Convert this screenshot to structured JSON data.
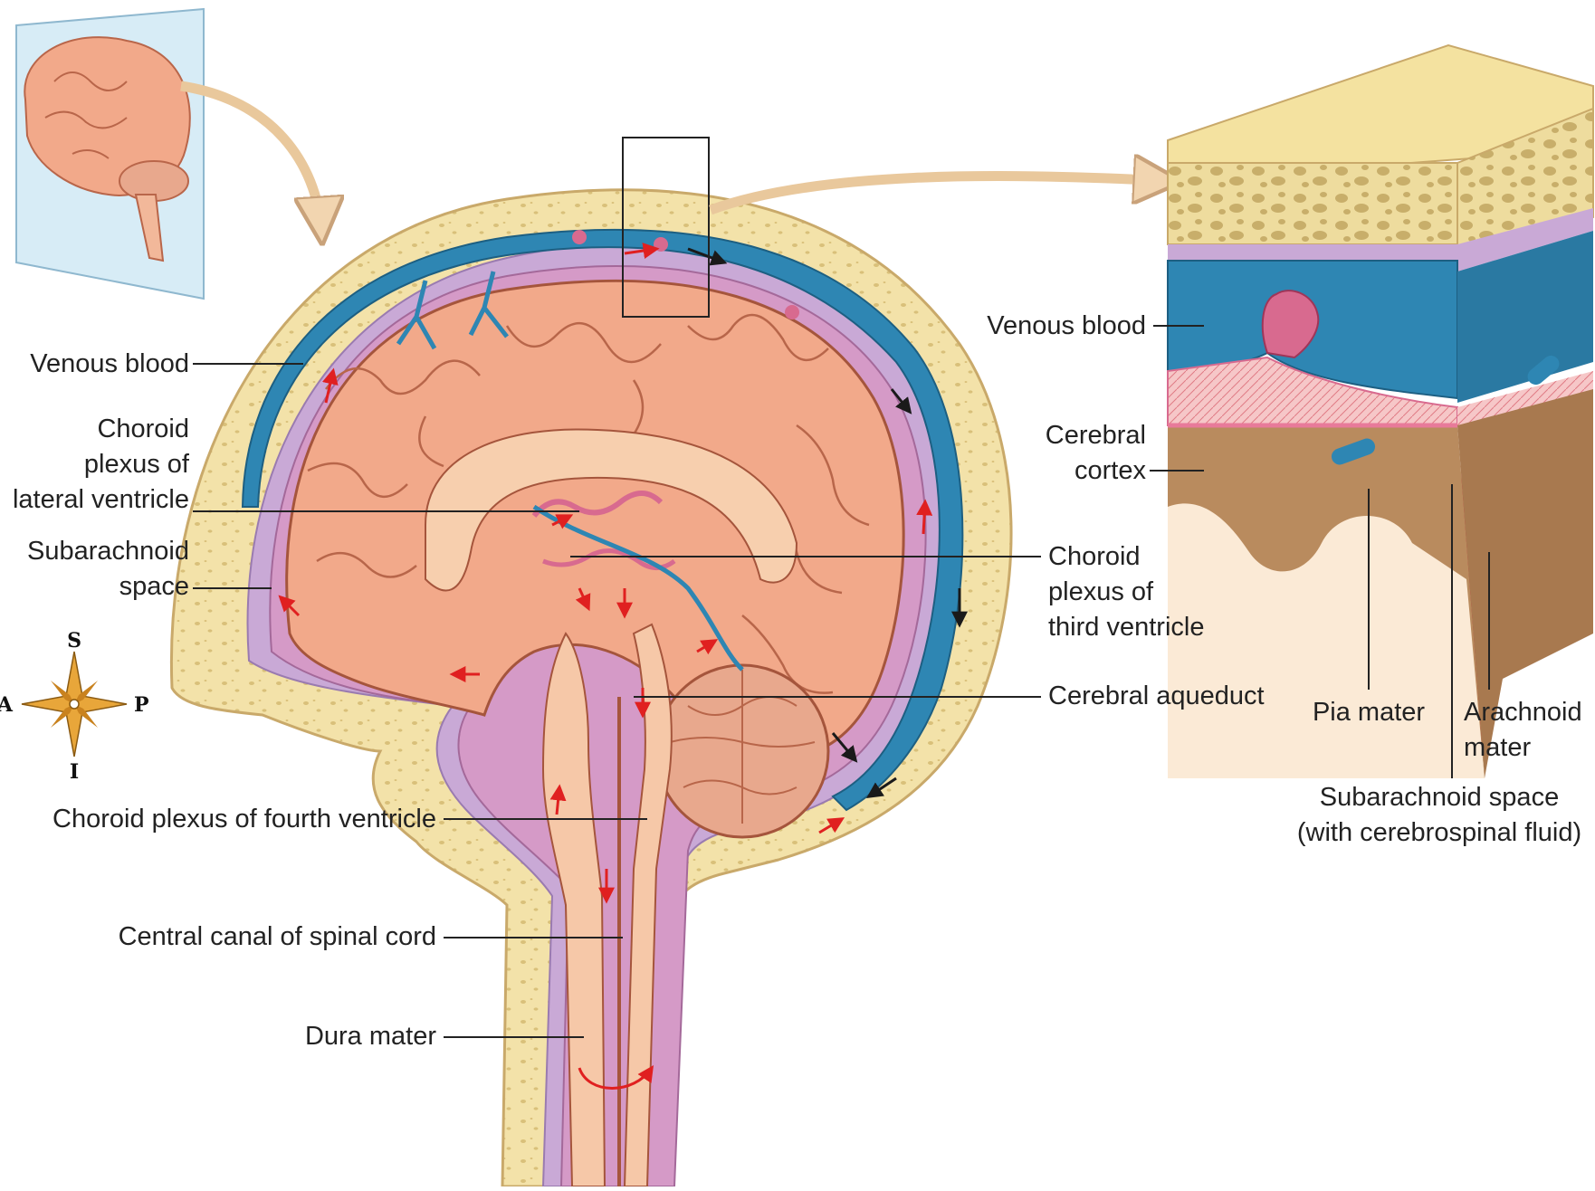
{
  "labels": {
    "venous_blood_left": "Venous blood",
    "choroid_lateral": [
      "Choroid",
      "plexus of",
      "lateral ventricle"
    ],
    "subarachnoid_left": [
      "Subarachnoid",
      "space"
    ],
    "choroid_fourth": "Choroid plexus of fourth ventricle",
    "central_canal": "Central canal of spinal cord",
    "dura_mater": "Dura mater",
    "choroid_third": [
      "Choroid",
      "plexus of",
      "third ventricle"
    ],
    "cerebral_aqueduct": "Cerebral aqueduct",
    "venous_blood_right": "Venous blood",
    "cerebral_cortex": [
      "Cerebral",
      "cortex"
    ],
    "pia_mater": "Pia mater",
    "arachnoid_mater": [
      "Arachnoid",
      "mater"
    ],
    "subarachnoid_right": [
      "Subarachnoid space",
      "(with cerebrospinal fluid)"
    ]
  },
  "compass": {
    "superior": "S",
    "inferior": "I",
    "anterior": "A",
    "posterior": "P"
  },
  "colors": {
    "skull": "#f3e2a9",
    "dura": "#c9a9d6",
    "venous_sinus": "#2e86b3",
    "subarachnoid": "#d59ac7",
    "brain": "#f2a98a",
    "brain_outline": "#a5553c",
    "csf_arrow": "#e02020",
    "sinus_arrow": "#1a1a1a",
    "cerebellum": "#e8a88d",
    "brainstem": "#f6c8a8"
  }
}
